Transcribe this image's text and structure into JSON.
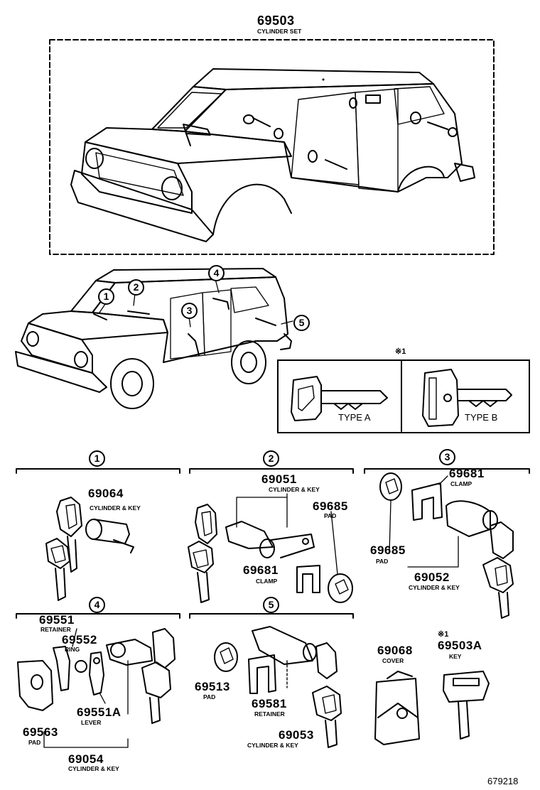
{
  "set": {
    "part": "69503",
    "name": "CYLINDER SET"
  },
  "callouts": [
    "1",
    "2",
    "3",
    "4",
    "5"
  ],
  "note": {
    "mark": "※1",
    "type_a": "TYPE A",
    "type_b": "TYPE B"
  },
  "groups": {
    "g1": {
      "header": "1",
      "part": "69064",
      "name": "CYLINDER & KEY"
    },
    "g2": {
      "header": "2",
      "p1": "69051",
      "n1": "CYLINDER & KEY",
      "p2": "69685",
      "n2": "PAD",
      "p3": "69681",
      "n3": "CLAMP"
    },
    "g3": {
      "header": "3",
      "p1": "69681",
      "n1": "CLAMP",
      "p2": "69685",
      "n2": "PAD",
      "p3": "69052",
      "n3": "CYLINDER & KEY"
    },
    "g4": {
      "header": "4",
      "p1": "69551",
      "n1": "RETAINER",
      "p2": "69552",
      "n2": "RING",
      "p3": "69551A",
      "n3": "LEVER",
      "p4": "69563",
      "n4": "PAD",
      "p5": "69054",
      "n5": "CYLINDER & KEY"
    },
    "g5": {
      "header": "5",
      "p1": "69513",
      "n1": "PAD",
      "p2": "69581",
      "n2": "RETAINER",
      "p3": "69053",
      "n3": "CYLINDER & KEY"
    },
    "extra": {
      "p1": "69068",
      "n1": "COVER",
      "mark": "※1",
      "p2": "69503A",
      "n2": "KEY"
    }
  },
  "figure_id": "679218"
}
